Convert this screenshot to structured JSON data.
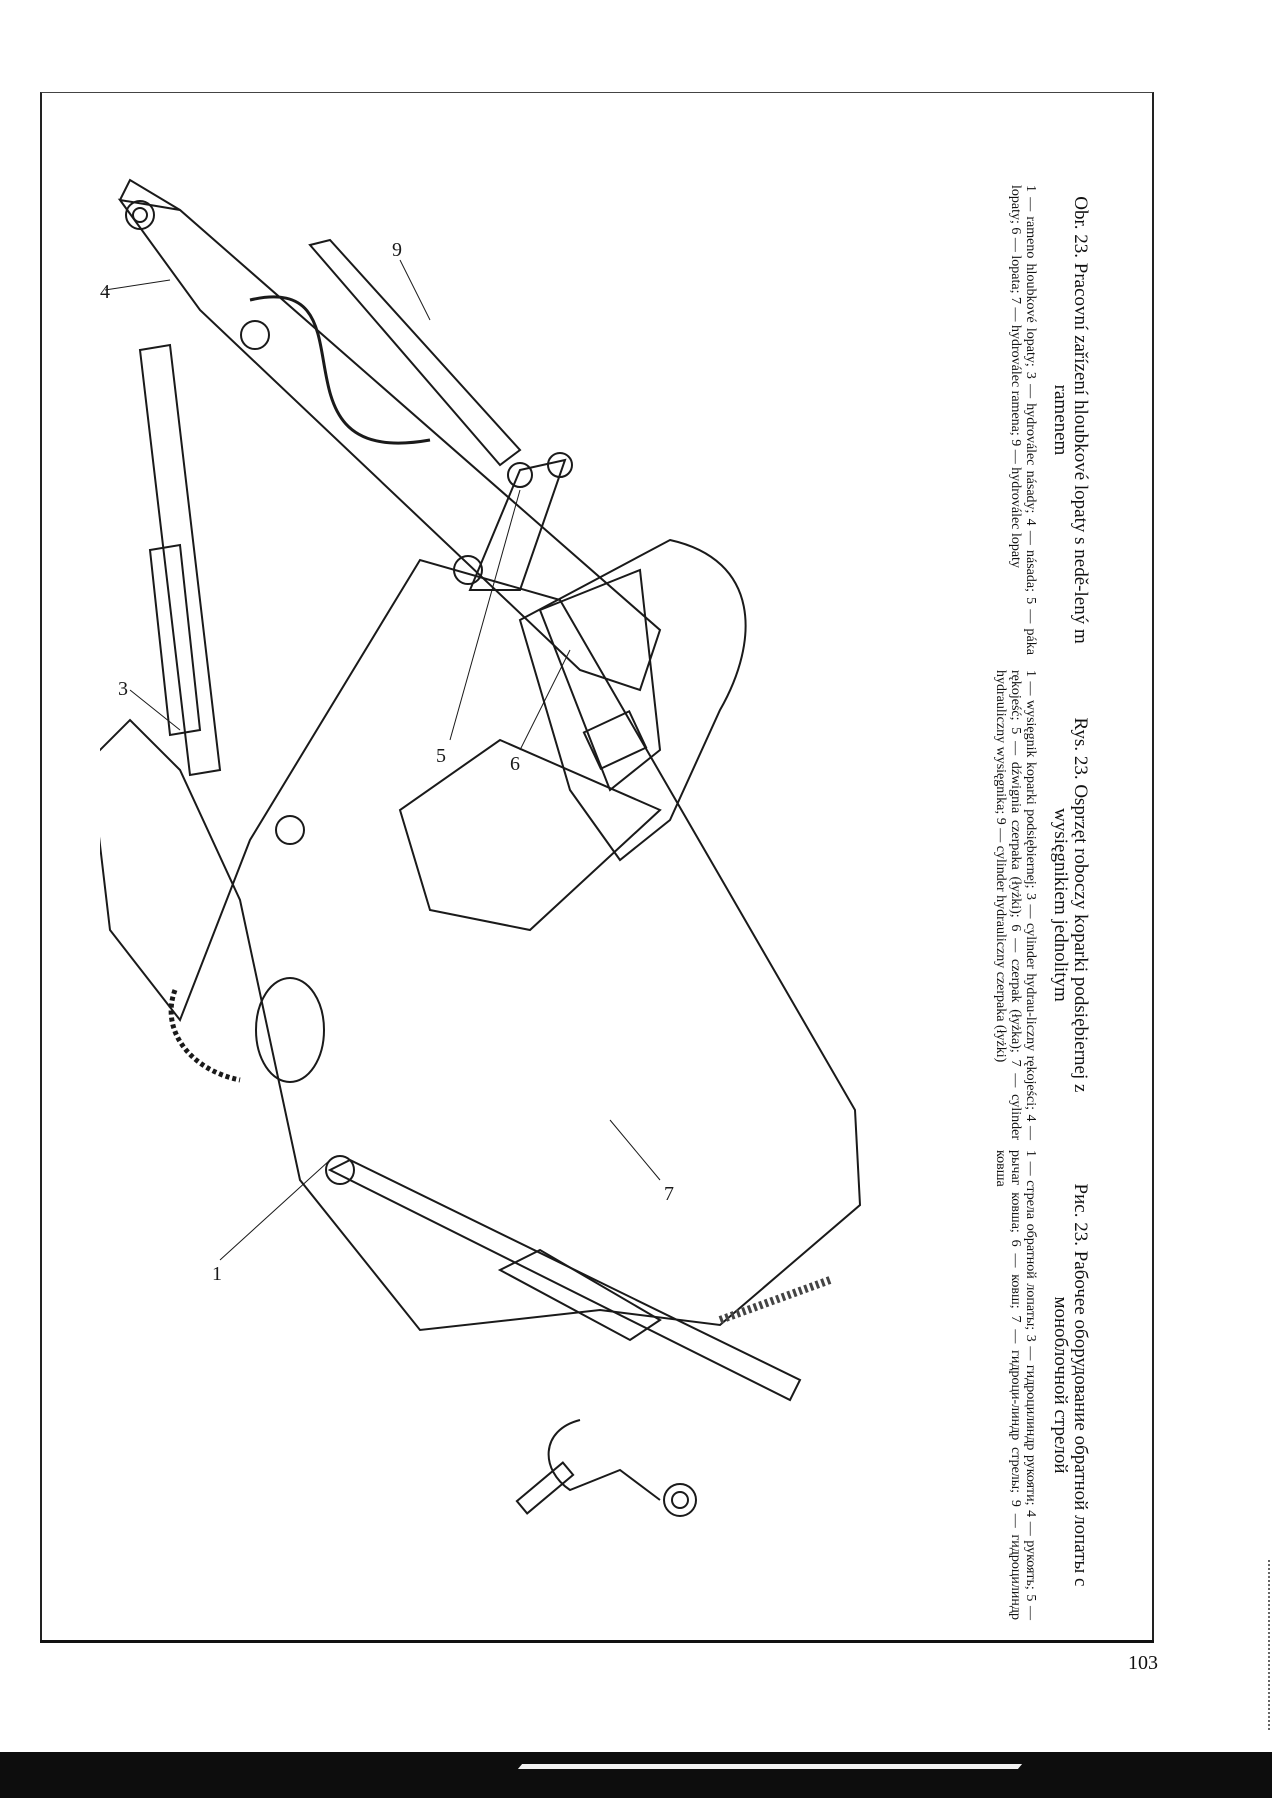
{
  "page": {
    "number": "103"
  },
  "figure": {
    "labels": [
      "1",
      "3",
      "4",
      "5",
      "6",
      "7",
      "9"
    ]
  },
  "captions": {
    "cz": {
      "title": "Obr. 23. Pracovní zařízení hloubkové lopaty s nedě-lený m ramenem",
      "legend": "1 — rameno hloubkové lopaty; 3 — hydroválec násady; 4 — násada; 5 — páka lopaty; 6 — lopata; 7 — hydroválec ramena; 9 — hydroválec lopaty"
    },
    "pl": {
      "title": "Rys. 23. Osprzęt roboczy koparki podsiębiernej z wysięgnikiem jednolitym",
      "legend": "1 — wysięgnik koparki podsiębiernej; 3 — cylinder hydrau-liczny rękojeści; 4 — rękojeść; 5 — dźwignia czerpaka (łyżki); 6 — czerpak (łyżka); 7 — cylinder hydrauliczny wysięgnika; 9 — cylinder hydrauliczny czerpaka (łyżki)"
    },
    "ru": {
      "title": "Рис. 23. Рабочее оборудование обратной лопаты с моноблочной стрелой",
      "legend": "1 — стрела обратной лопаты; 3 — гидроцилиндр рукояти; 4 — рукоять; 5 — рычаг ковша; 6 — ковш; 7 — гидроци-линдр стрелы; 9 — гидроцилиндр ковша"
    }
  }
}
